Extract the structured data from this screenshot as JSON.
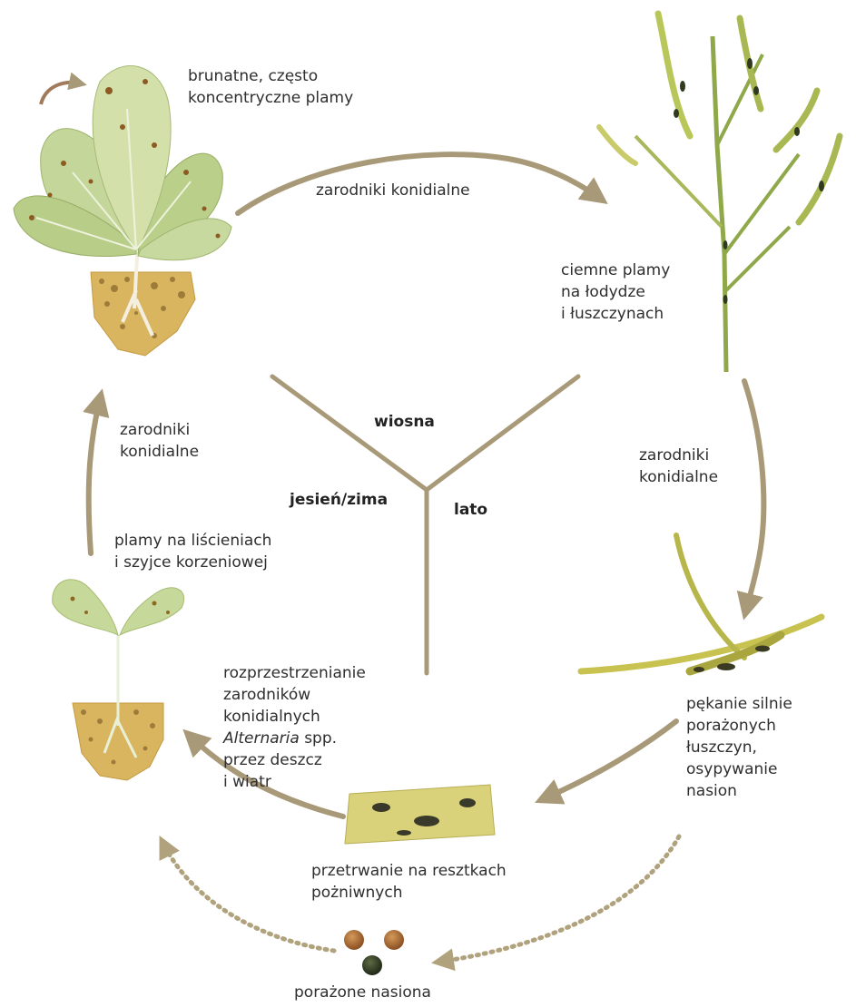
{
  "labels": {
    "brown_spots": [
      "brunatne, często",
      "koncentryczne plamy"
    ],
    "spores_top": "zarodniki konidialne",
    "stem_spots": [
      "ciemne plamy",
      "na łodydze",
      "i łuszczynach"
    ],
    "spores_right": [
      "zarodniki",
      "konidialne"
    ],
    "spores_left": [
      "zarodniki",
      "konidialne"
    ],
    "cotyledon_spots": [
      "plamy na liścieniach",
      "i szyjce korzeniowej"
    ],
    "spread": {
      "line1": "rozprzestrzenianie",
      "line2": "zarodników",
      "line3": "konidialnych",
      "genus": "Alternaria",
      "genus_suffix": " spp.",
      "line5": "przez deszcz",
      "line6": "i wiatr"
    },
    "pod_cracking": [
      "pękanie silnie",
      "porażonych",
      "łuszczyn,",
      "osypywanie",
      "nasion"
    ],
    "residue": [
      "przetrwanie na resztkach",
      "pożniwnych"
    ],
    "seeds": "porażone nasiona"
  },
  "seasons": {
    "spring": "wiosna",
    "autumn_winter": "jesień/zima",
    "summer": "lato"
  },
  "colors": {
    "arrow": "#a89a78",
    "arrow_dotted": "#b0a27c",
    "leaf_light": "#c9d99a",
    "leaf_mid": "#a9c47a",
    "soil": "#d8b25a",
    "soil_dark": "#8a6a2e",
    "pod": "#c6c24a",
    "seed_brown": "#a0612e",
    "seed_dark": "#2f3b22"
  }
}
